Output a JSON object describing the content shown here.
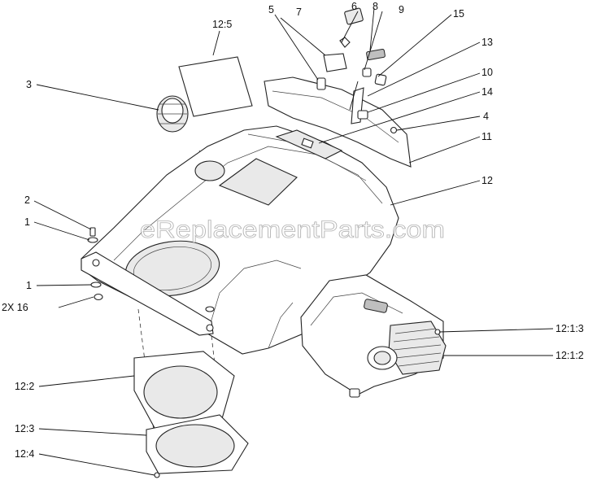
{
  "watermark": "eReplacementParts.com",
  "callouts": {
    "c_12_5": "12:5",
    "c_6": "6",
    "c_5": "5",
    "c_7": "7",
    "c_8": "8",
    "c_9": "9",
    "c_15": "15",
    "c_13": "13",
    "c_10": "10",
    "c_14": "14",
    "c_4": "4",
    "c_11": "11",
    "c_12": "12",
    "c_3": "3",
    "c_2": "2",
    "c_1a": "1",
    "c_1b": "1",
    "c_2x16": "2X 16",
    "c_12_1_3": "12:1:3",
    "c_12_1_2": "12:1:2",
    "c_12_2": "12:2",
    "c_12_3": "12:3",
    "c_12_4": "12:4"
  }
}
